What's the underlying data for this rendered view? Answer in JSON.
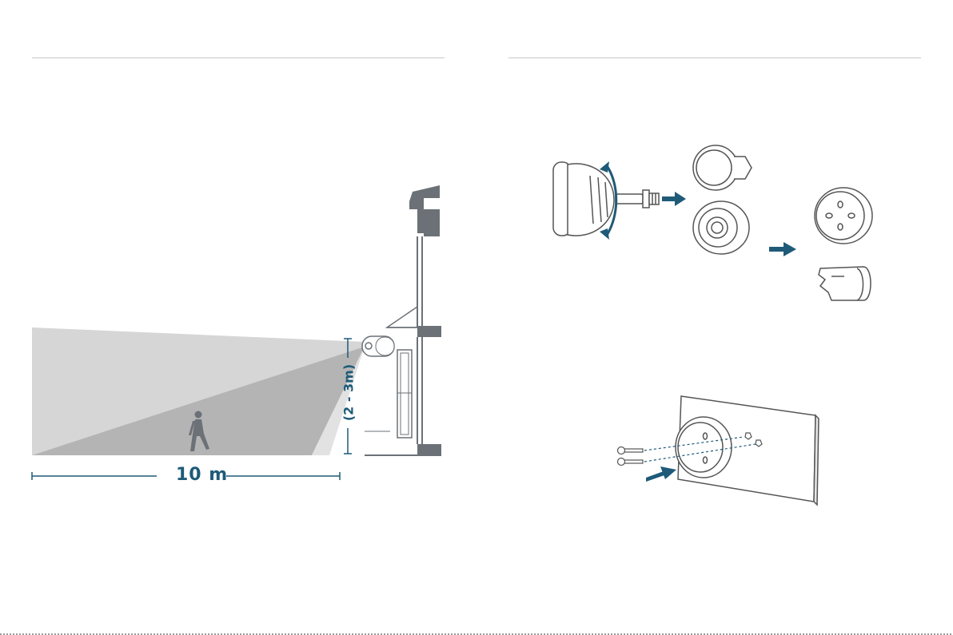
{
  "left_page": {
    "distance_label": "10 m",
    "height_label": "(2 - 3m)"
  },
  "colors": {
    "accent": "#1f5a78",
    "wall": "#6b7177",
    "beam_light": "#d6d6d6",
    "beam_dark": "#b4b4b4",
    "rule": "#c8c8c8"
  },
  "icons": {
    "arrow": "right-arrow",
    "rotate": "rotate-arrow",
    "person": "walking-person"
  }
}
